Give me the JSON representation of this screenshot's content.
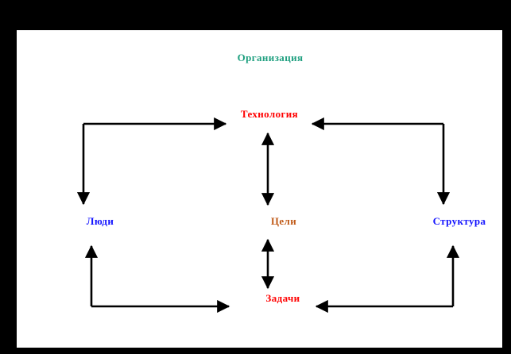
{
  "diagram": {
    "type": "flow-diagram",
    "title": "Организация",
    "title_color": "#20a080",
    "background": "#ffffff",
    "frame_color": "#000000",
    "connector_color": "#000000",
    "nodes": [
      {
        "id": "organizaciya",
        "label": "Организация",
        "color": "#20a080",
        "role": "diagram-title"
      },
      {
        "id": "tehnologiya",
        "label": "Технология",
        "color": "#ff0000",
        "role": "node"
      },
      {
        "id": "lyudi",
        "label": "Люди",
        "color": "#1414ff",
        "role": "node"
      },
      {
        "id": "celi",
        "label": "Цели",
        "color": "#c05a18",
        "role": "node"
      },
      {
        "id": "struktura",
        "label": "Структура",
        "color": "#1414ff",
        "role": "node"
      },
      {
        "id": "zadachi",
        "label": "Задачи",
        "color": "#ff0000",
        "role": "node"
      }
    ],
    "connectors": [
      {
        "id": "lyudi-tehnologiya",
        "from": "Люди",
        "to": "Технология",
        "shape": "elbow",
        "heads": "both-ends"
      },
      {
        "id": "struktura-tehnologiya",
        "from": "Структура",
        "to": "Технология",
        "shape": "elbow",
        "heads": "both-ends"
      },
      {
        "id": "lyudi-zadachi",
        "from": "Люди",
        "to": "Задачи",
        "shape": "elbow",
        "heads": "both-ends"
      },
      {
        "id": "struktura-zadachi",
        "from": "Структура",
        "to": "Задачи",
        "shape": "elbow",
        "heads": "both-ends"
      },
      {
        "id": "tehnologiya-celi",
        "from": "Технология",
        "to": "Цели",
        "shape": "straight",
        "heads": "double"
      },
      {
        "id": "celi-zadachi",
        "from": "Цели",
        "to": "Задачи",
        "shape": "straight",
        "heads": "double"
      }
    ]
  }
}
